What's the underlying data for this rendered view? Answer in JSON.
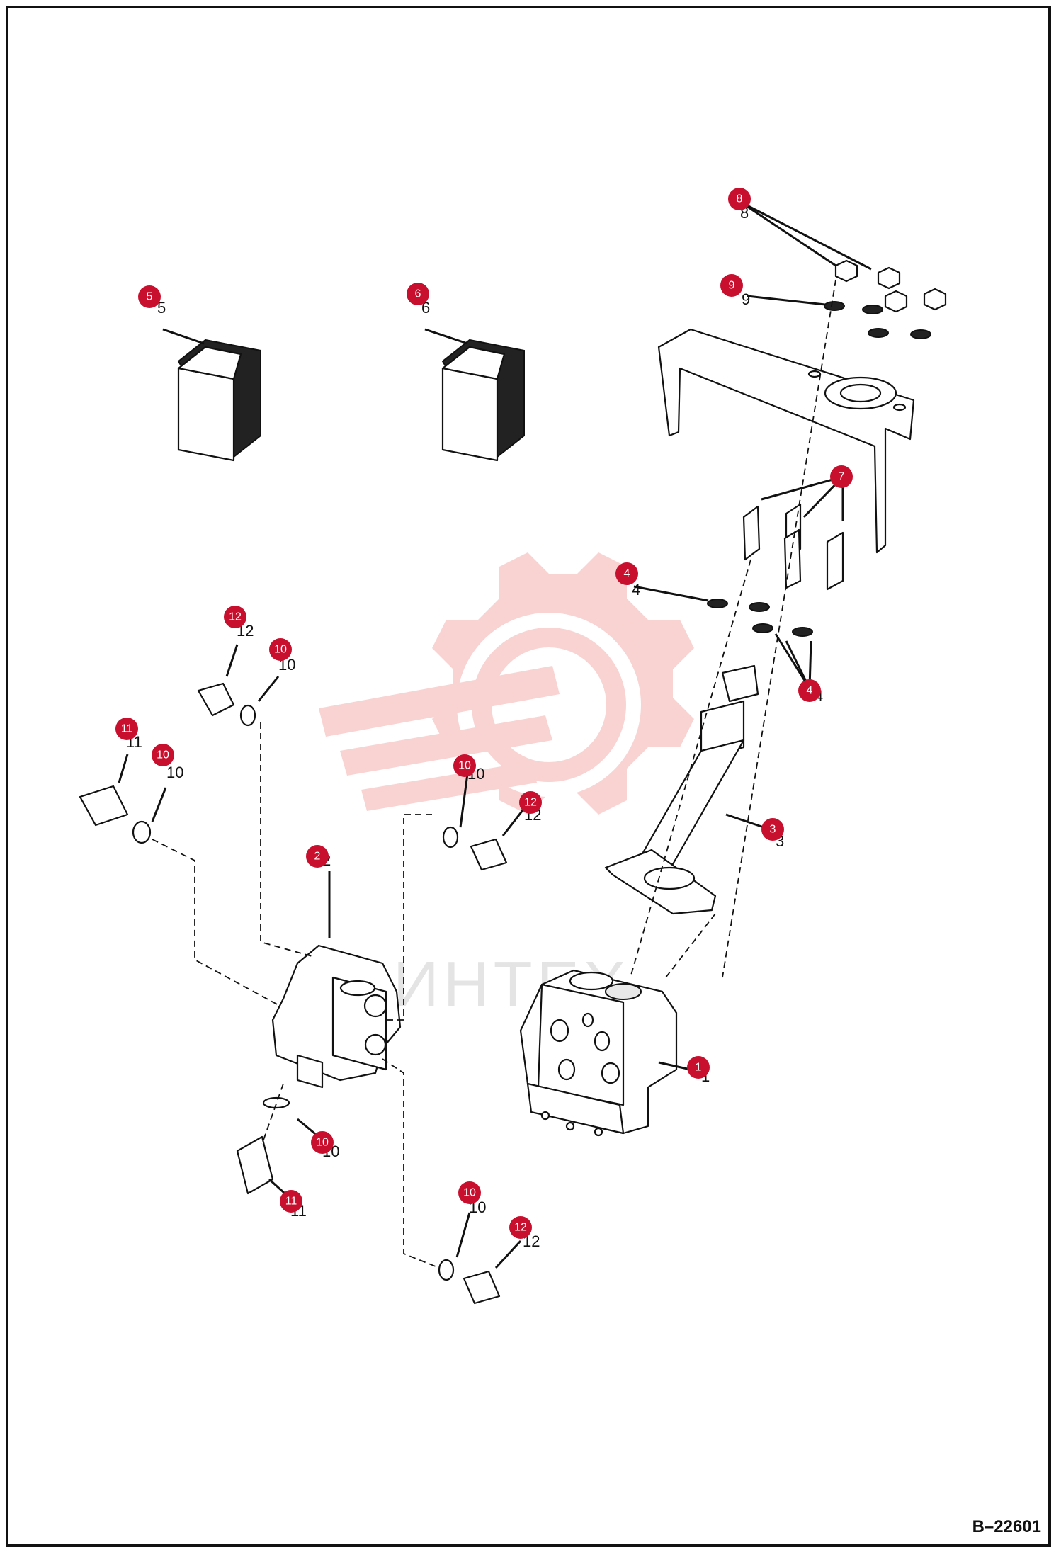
{
  "watermark": {
    "text": "ИНТЕХ",
    "color": "#f0a0a0"
  },
  "callout_color": "#c8102e",
  "callouts": {
    "c1": "1",
    "c2": "2",
    "c3": "3",
    "c4a": "4",
    "c4b": "4",
    "c5": "5",
    "c6": "6",
    "c7": "7",
    "c8": "8",
    "c9": "9",
    "c10a": "10",
    "c10b": "10",
    "c10c": "10",
    "c10d": "10",
    "c10e": "10",
    "c11a": "11",
    "c11b": "11",
    "c12a": "12",
    "c12b": "12",
    "c12c": "12"
  },
  "drawing_number": "B–22601"
}
